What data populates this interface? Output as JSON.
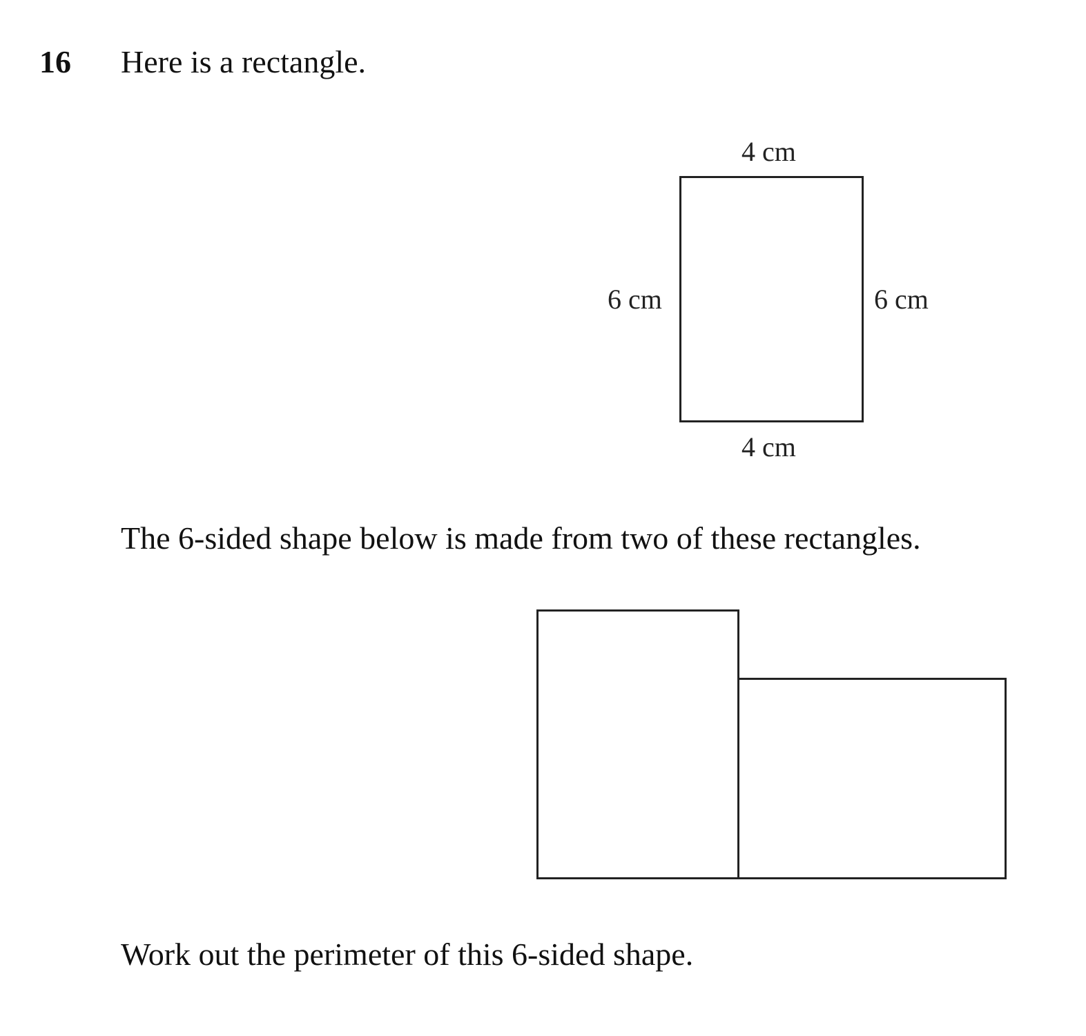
{
  "question": {
    "number": "16",
    "intro": "Here is a rectangle.",
    "middle": "The 6-sided shape below is made from two of these rectangles.",
    "task": "Work out the perimeter of this 6-sided shape."
  },
  "rectangle": {
    "top_label": "4 cm",
    "left_label": "6 cm",
    "right_label": "6 cm",
    "bottom_label": "4 cm"
  }
}
